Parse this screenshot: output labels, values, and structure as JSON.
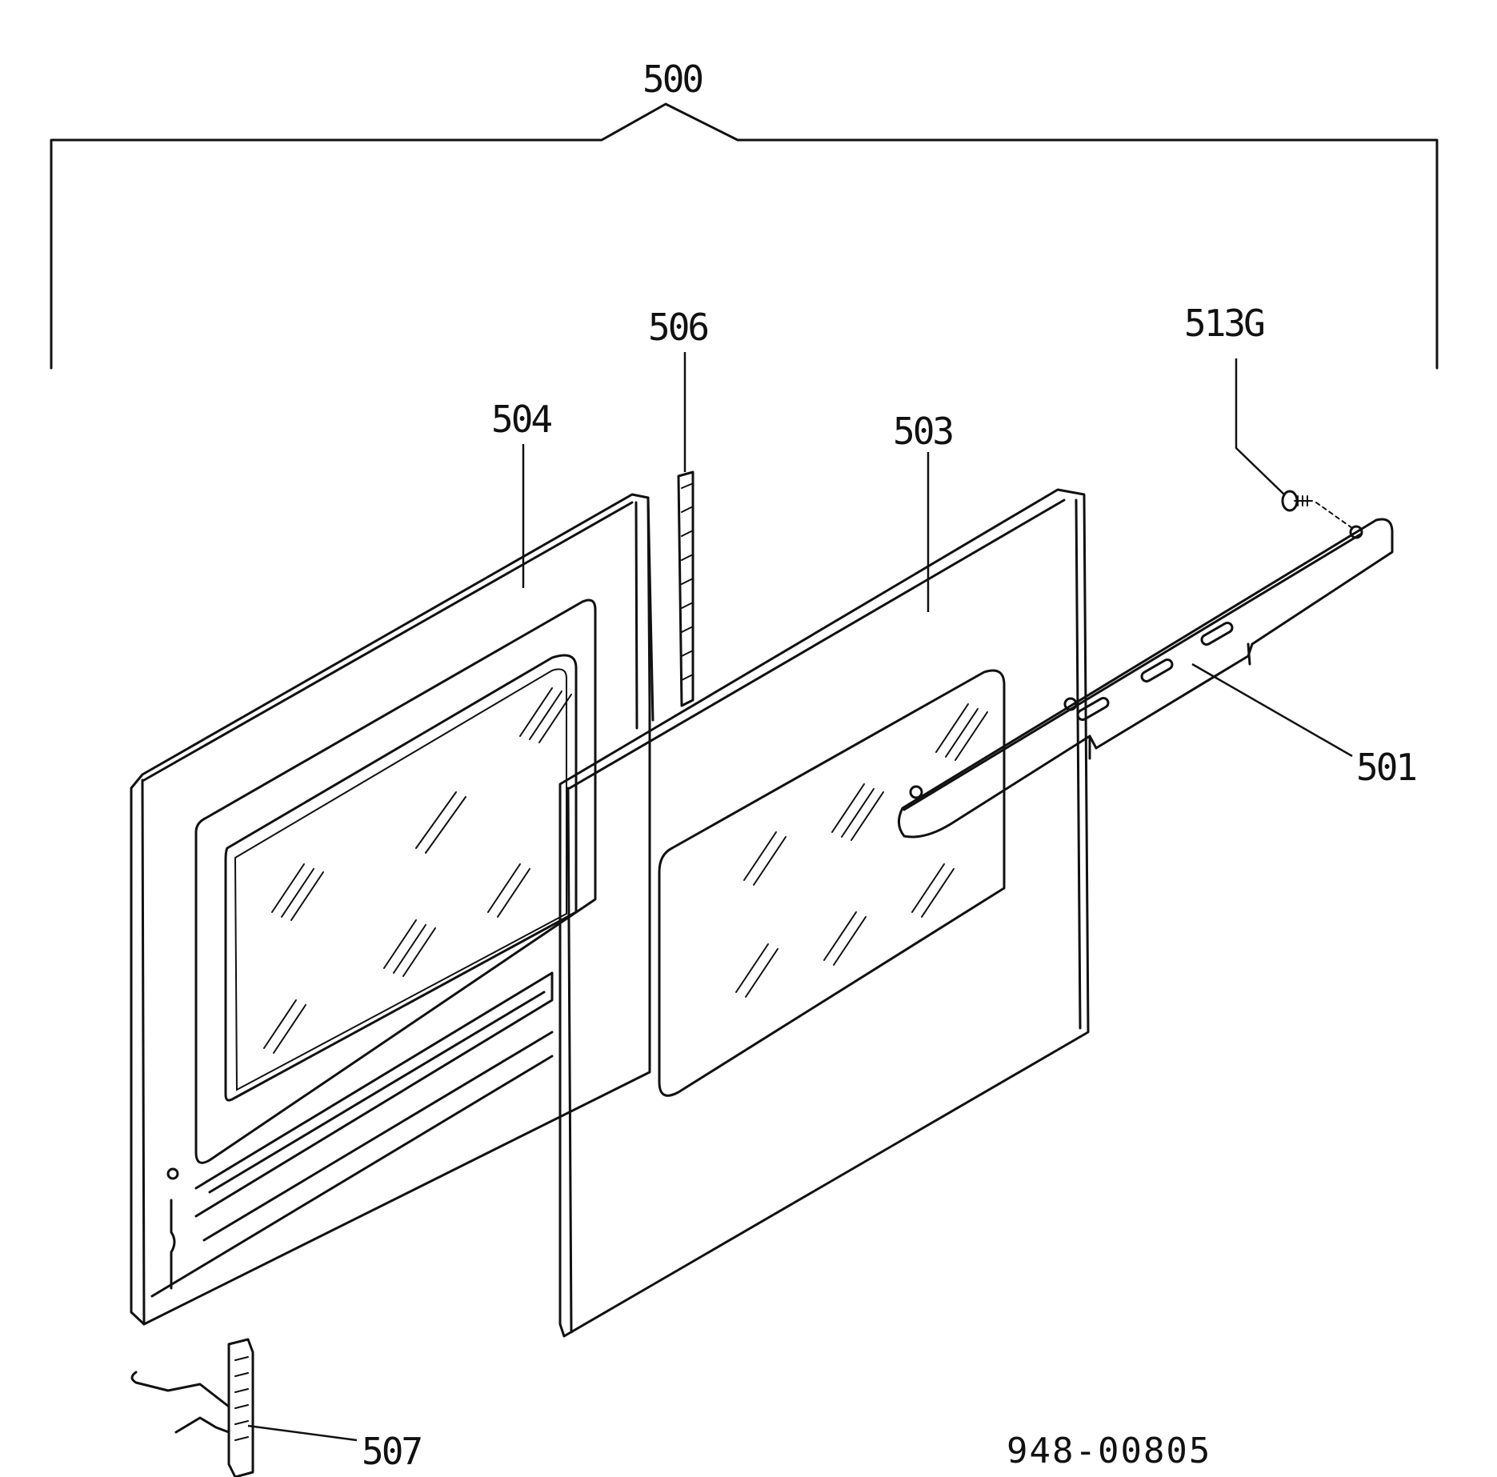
{
  "callouts": {
    "assembly": "500",
    "gasket": "506",
    "screw": "513G",
    "inner_door": "504",
    "outer_panel": "503",
    "handle": "501",
    "hinge": "507"
  },
  "document_number": "948-00805"
}
